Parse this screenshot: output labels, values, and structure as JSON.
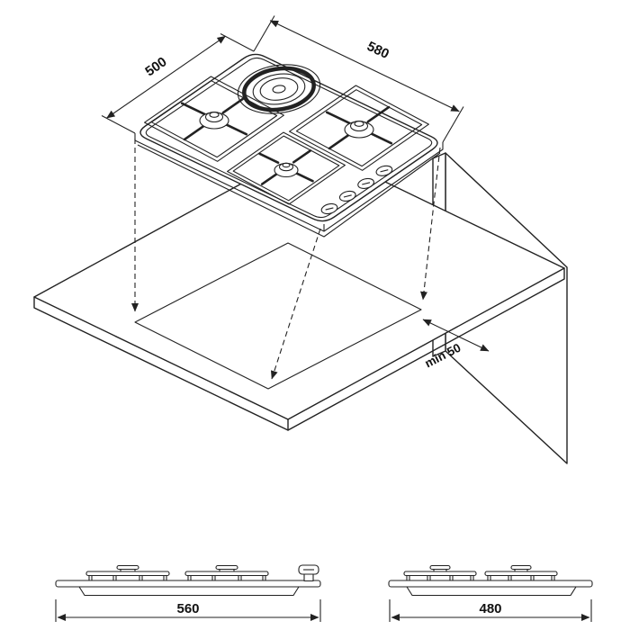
{
  "colors": {
    "line": "#222222",
    "background": "#ffffff",
    "dimension_text": "#111111"
  },
  "isometric": {
    "dim_depth": "500",
    "dim_width": "580",
    "clearance": "min 50"
  },
  "front_elevation": {
    "dim": "560"
  },
  "side_elevation": {
    "dim": "480"
  }
}
